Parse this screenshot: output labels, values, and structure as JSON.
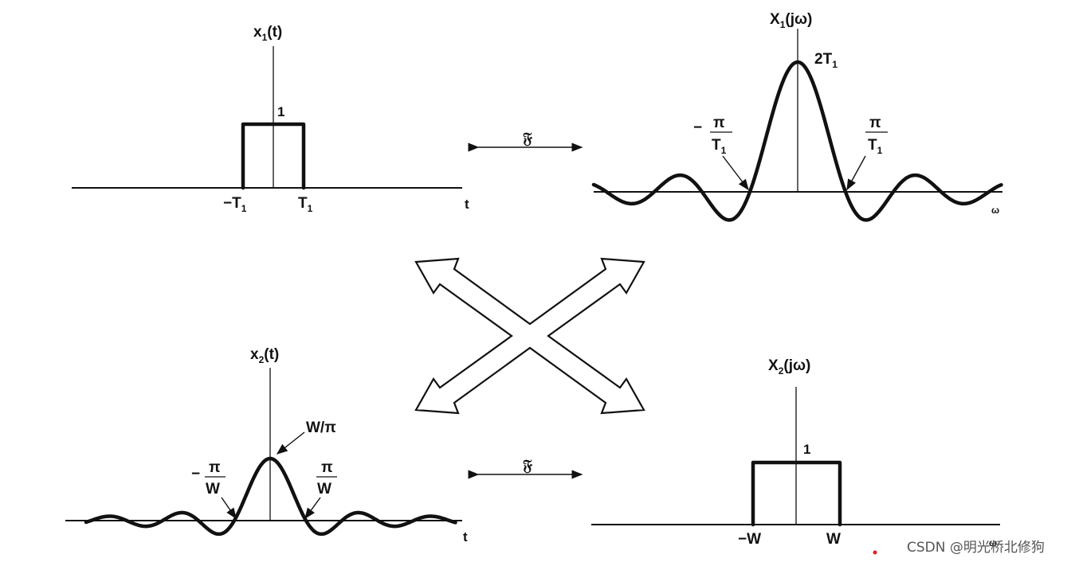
{
  "panels": {
    "x1": {
      "title_base": "x",
      "title_sub": "1",
      "title_arg": "(t)",
      "amp": "1",
      "neg_edge": "−T",
      "neg_edge_sub": "1",
      "pos_edge": "T",
      "pos_edge_sub": "1",
      "axis": "t"
    },
    "X1": {
      "title_base": "X",
      "title_sub": "1",
      "title_arg": "(jω)",
      "peak": "2T",
      "peak_sub": "1",
      "zero_num": "π",
      "zero_den": "T",
      "zero_den_sub": "1",
      "neg_sign": "−",
      "axis": "ω"
    },
    "x2": {
      "title_base": "x",
      "title_sub": "2",
      "title_arg": "(t)",
      "peak": "W/π",
      "zero_num": "π",
      "zero_den": "W",
      "neg_sign": "−",
      "axis": "t"
    },
    "X2": {
      "title_base": "X",
      "title_sub": "2",
      "title_arg": "(jω)",
      "amp": "1",
      "neg_edge": "−W",
      "pos_edge": "W",
      "axis": "ω"
    }
  },
  "transform_symbol": "𝔉",
  "watermark": "CSDN @明光桥北修狗"
}
